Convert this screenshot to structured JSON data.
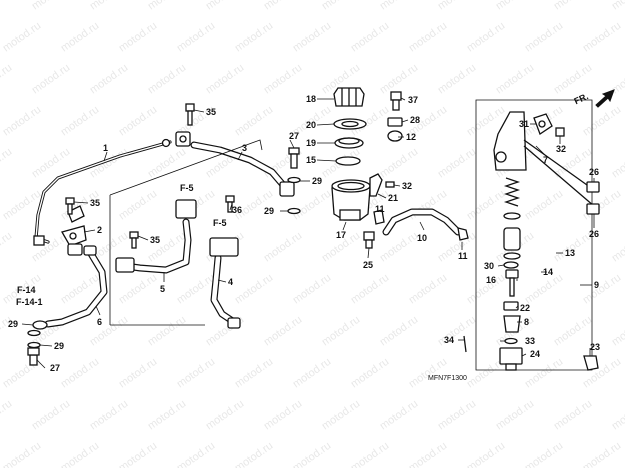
{
  "watermark": "motod.ru",
  "direction_label": "FR.",
  "diagram_code": "MFN7F1300",
  "ref_labels": {
    "f5a": "F-5",
    "f5b": "F-5",
    "f14": "F-14",
    "f141": "F-14-1"
  },
  "callouts": {
    "c1": "1",
    "c2": "2",
    "c3": "3",
    "c4": "4",
    "c5": "5",
    "c6": "6",
    "c7": "7",
    "c8": "8",
    "c9": "9",
    "c10": "10",
    "c11": "11",
    "c12": "12",
    "c13": "13",
    "c14": "14",
    "c15": "15",
    "c16": "16",
    "c17": "17",
    "c18": "18",
    "c19": "19",
    "c20": "20",
    "c21": "21",
    "c22": "22",
    "c23": "23",
    "c24": "24",
    "c25": "25",
    "c26a": "26",
    "c26b": "26",
    "c27a": "27",
    "c27b": "27",
    "c28": "28",
    "c29a": "29",
    "c29b": "29",
    "c29c": "29",
    "c29d": "29",
    "c30": "30",
    "c31": "31",
    "c32a": "32",
    "c32b": "32",
    "c33": "33",
    "c34": "34",
    "c35a": "35",
    "c35b": "35",
    "c35c": "35",
    "c36": "36",
    "c37": "37"
  }
}
